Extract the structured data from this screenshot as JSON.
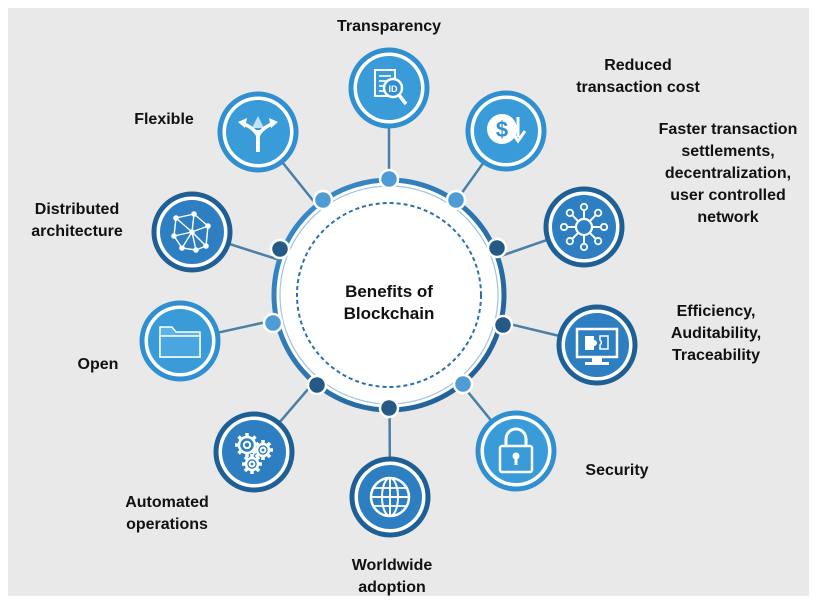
{
  "colors": {
    "background": "#ffffff",
    "panel": "#e9e9e9",
    "accent_light": "#2f8fd0",
    "accent_dark": "#1e5f96",
    "icon_fill": "#3a9bd9",
    "ring": "#2a6fa8",
    "connector": "#4a7fa8",
    "dot_light": "#4f9bd6",
    "dot_dark": "#265a86"
  },
  "center": {
    "line1": "Benefits of",
    "line2": "Blockchain"
  },
  "nodes": [
    {
      "id": "transparency",
      "icon": "magnifier-id-icon",
      "lines": [
        "Transparency"
      ]
    },
    {
      "id": "reduced-cost",
      "icon": "dollar-down-icon",
      "lines": [
        "Reduced",
        "transaction cost"
      ]
    },
    {
      "id": "faster-settlements",
      "icon": "network-hub-icon",
      "lines": [
        "Faster transaction",
        "settlements,",
        "decentralization,",
        "user controlled",
        "network"
      ]
    },
    {
      "id": "efficiency",
      "icon": "monitor-puzzle-icon",
      "lines": [
        "Efficiency,",
        "Auditability,",
        "Traceability"
      ]
    },
    {
      "id": "security",
      "icon": "padlock-icon",
      "lines": [
        "Security"
      ]
    },
    {
      "id": "worldwide",
      "icon": "globe-icon",
      "lines": [
        "Worldwide",
        "adoption"
      ]
    },
    {
      "id": "automated",
      "icon": "gears-icon",
      "lines": [
        "Automated",
        "operations"
      ]
    },
    {
      "id": "open",
      "icon": "folder-icon",
      "lines": [
        "Open"
      ]
    },
    {
      "id": "distributed",
      "icon": "mesh-network-icon",
      "lines": [
        "Distributed",
        "architecture"
      ]
    },
    {
      "id": "flexible",
      "icon": "split-arrows-icon",
      "lines": [
        "Flexible"
      ]
    }
  ]
}
